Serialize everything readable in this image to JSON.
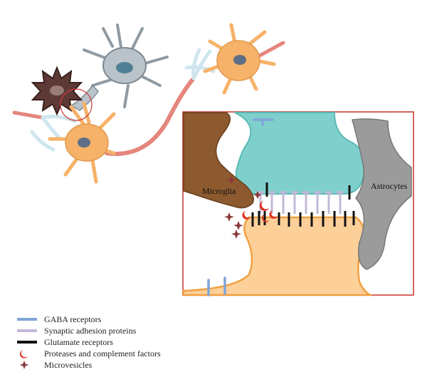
{
  "labels": {
    "microglia": "Microglia",
    "astrocytes": "Astrocytes"
  },
  "legend": [
    {
      "label": "GABA receptors",
      "icon": "blue-bar-icon",
      "color": "#7ea6d8"
    },
    {
      "label": "Synaptic adhesion proteins",
      "icon": "lavender-bar-icon",
      "color": "#c4b8d8"
    },
    {
      "label": "Glutamate receptors",
      "icon": "black-bar-icon",
      "color": "#111111"
    },
    {
      "label": "Proteases and complement factors",
      "icon": "red-crescent-icon",
      "color": "#e0301e"
    },
    {
      "label": "Microvesicles",
      "icon": "star-icon",
      "color": "#8b3a3a"
    }
  ],
  "colors": {
    "frame": "#c8302a",
    "presynaptic": "#7fd0cc",
    "postsynaptic": "#fdd09a",
    "postsynaptic_edge": "#f0a040",
    "microglia": "#8c5a2e",
    "astrocyte": "#9b9b9b",
    "neuron_orange": "#f6b268",
    "axon": "#e5867c",
    "microglia_cell": "#5e3a36",
    "astro_cell": "#b9c3c9"
  }
}
